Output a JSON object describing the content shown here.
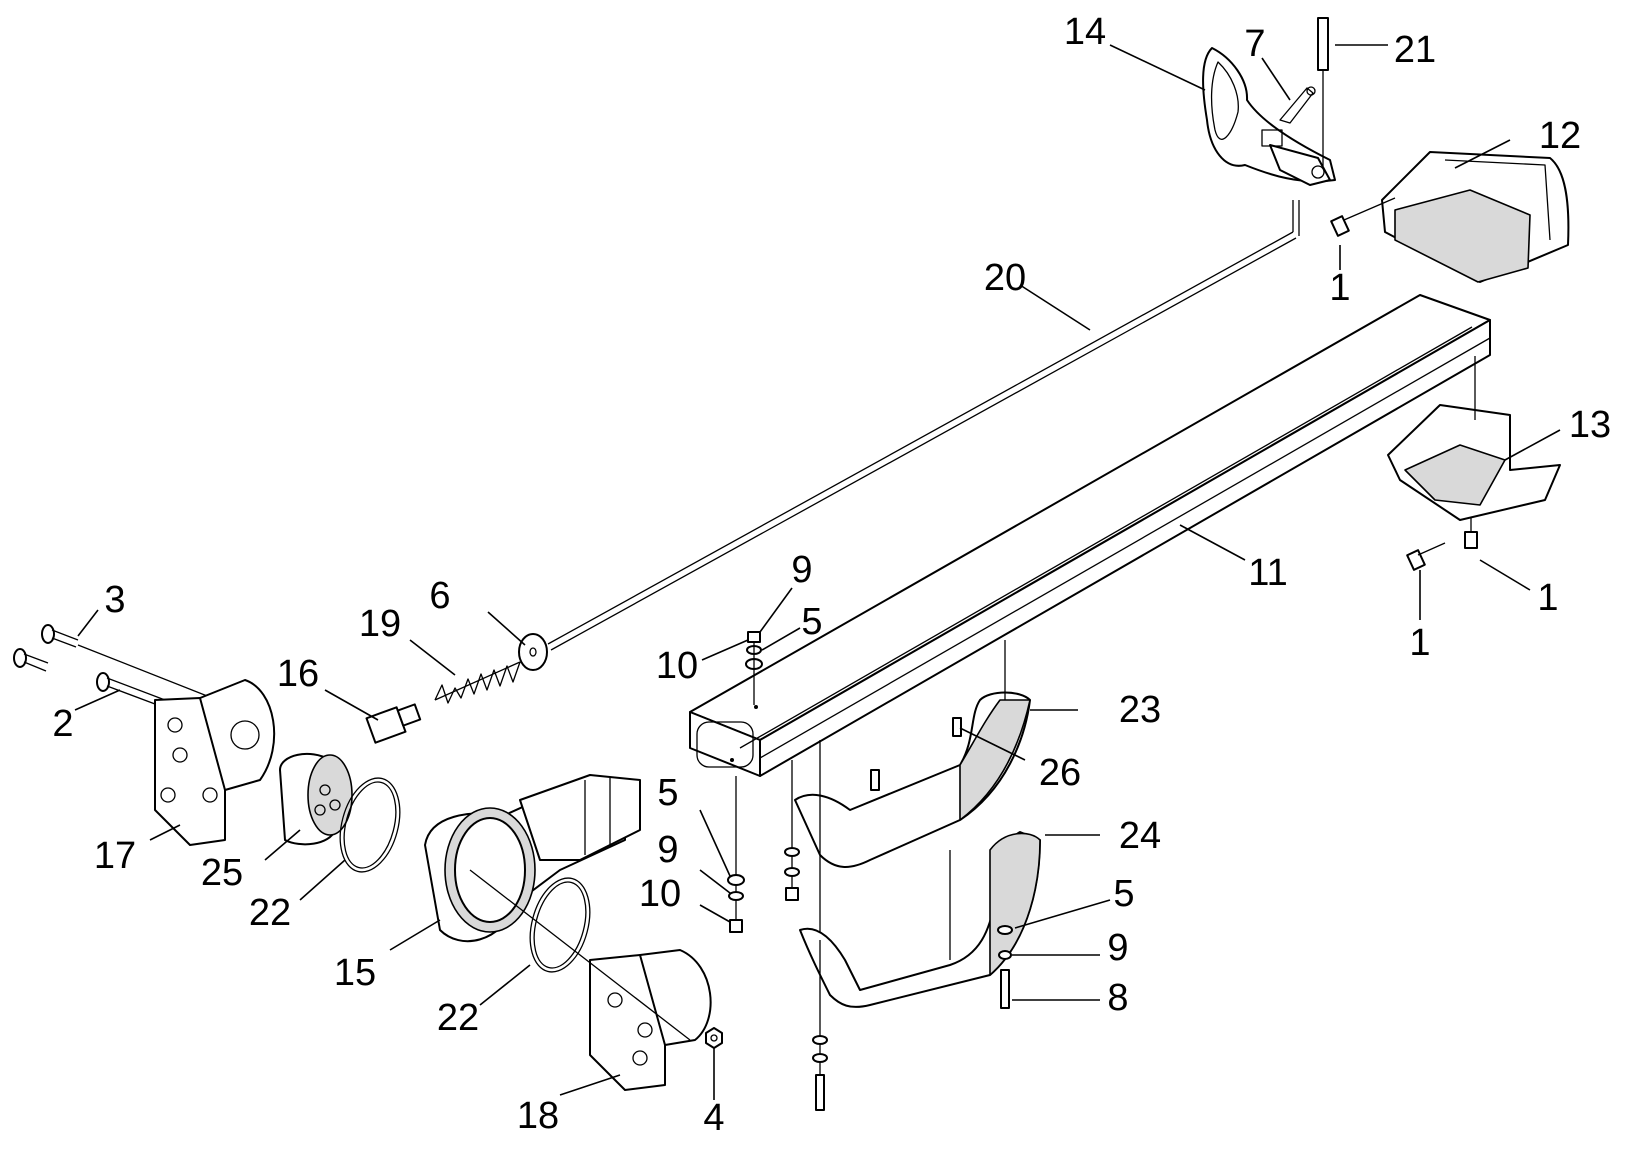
{
  "diagram": {
    "callouts": [
      {
        "id": "c14a",
        "text": "14"
      },
      {
        "id": "c7",
        "text": "7"
      },
      {
        "id": "c21",
        "text": "21"
      },
      {
        "id": "c12",
        "text": "12"
      },
      {
        "id": "c1a",
        "text": "1"
      },
      {
        "id": "c20",
        "text": "20"
      },
      {
        "id": "c13",
        "text": "13"
      },
      {
        "id": "c1b",
        "text": "1"
      },
      {
        "id": "c1c",
        "text": "1"
      },
      {
        "id": "c11",
        "text": "11"
      },
      {
        "id": "c9a",
        "text": "9"
      },
      {
        "id": "c5a",
        "text": "5"
      },
      {
        "id": "c10a",
        "text": "10"
      },
      {
        "id": "c3",
        "text": "3"
      },
      {
        "id": "c6",
        "text": "6"
      },
      {
        "id": "c19",
        "text": "19"
      },
      {
        "id": "c16",
        "text": "16"
      },
      {
        "id": "c2",
        "text": "2"
      },
      {
        "id": "c23",
        "text": "23"
      },
      {
        "id": "c26",
        "text": "26"
      },
      {
        "id": "c5b",
        "text": "5"
      },
      {
        "id": "c9b",
        "text": "9"
      },
      {
        "id": "c10b",
        "text": "10"
      },
      {
        "id": "c24",
        "text": "24"
      },
      {
        "id": "c17",
        "text": "17"
      },
      {
        "id": "c25",
        "text": "25"
      },
      {
        "id": "c22a",
        "text": "22"
      },
      {
        "id": "c15",
        "text": "15"
      },
      {
        "id": "c22b",
        "text": "22"
      },
      {
        "id": "c5c",
        "text": "5"
      },
      {
        "id": "c9c",
        "text": "9"
      },
      {
        "id": "c8",
        "text": "8"
      },
      {
        "id": "c18",
        "text": "18"
      },
      {
        "id": "c4",
        "text": "4"
      }
    ]
  }
}
